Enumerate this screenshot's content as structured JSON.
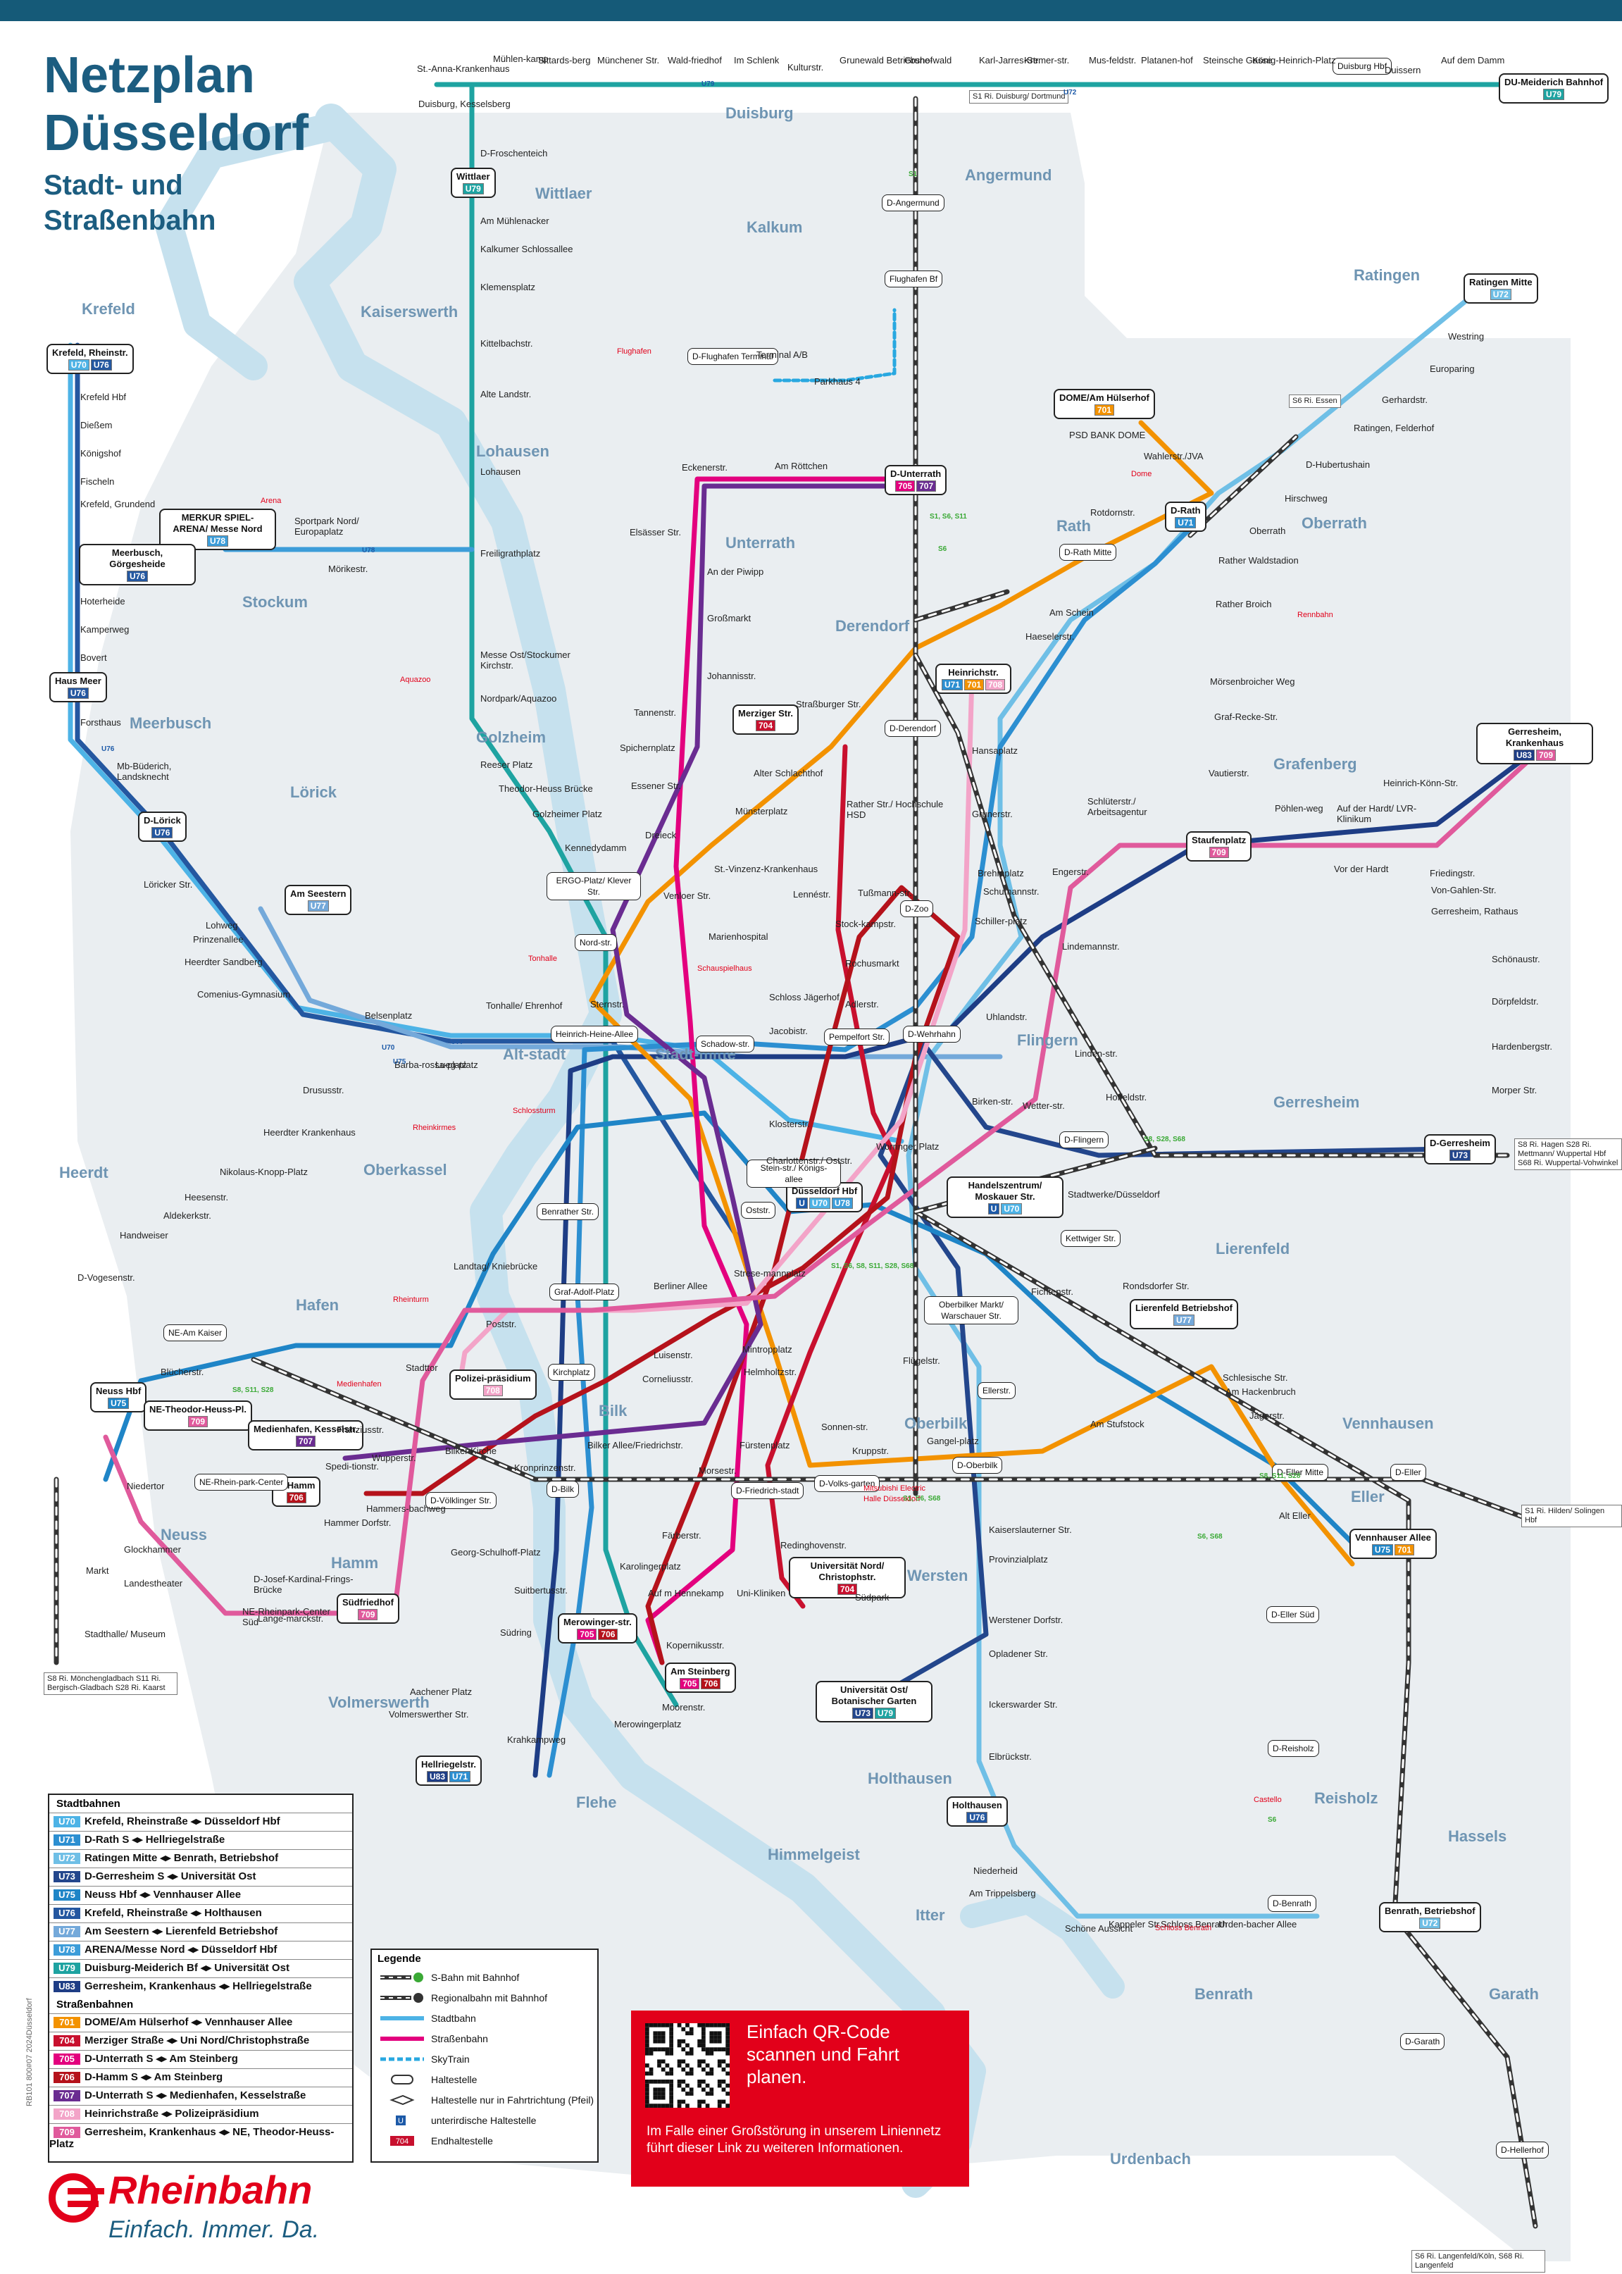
{
  "header": {
    "title_line1": "Netzplan",
    "title_line2": "Düsseldorf",
    "subtitle_line1": "Stadt- und",
    "subtitle_line2": "Straßenbahn"
  },
  "colors": {
    "top_bar": "#155a78",
    "river": "#c6e1ee",
    "land": "#e9eef2",
    "title": "#1c5d80",
    "district": "#6f95b3",
    "brand_red": "#e2001a",
    "sbahn_green": "#3aa935"
  },
  "line_colors": {
    "U70": "#4db3e6",
    "U71": "#2c8fd1",
    "U72": "#6fbfe6",
    "U73": "#23468c",
    "U74": "#2f6db5",
    "U75": "#1f85c7",
    "U76": "#2457a0",
    "U77": "#74a9da",
    "U78": "#3d9dd9",
    "U79": "#1ea3a1",
    "U83": "#1e3d85",
    "701": "#f39200",
    "704": "#c8102e",
    "705": "#e3007e",
    "706": "#b5121b",
    "707": "#6a2c91",
    "708": "#f3a4c8",
    "709": "#e05a9c"
  },
  "districts": [
    "Duisburg",
    "Angermund",
    "Kalkum",
    "Wittlaer",
    "Krefeld",
    "Kaiserswerth",
    "Ratingen",
    "Lohausen",
    "Unterrath",
    "Rath",
    "Oberrath",
    "Stockum",
    "Derendorf",
    "Meerbusch",
    "Golzheim",
    "Grafenberg",
    "Lörick",
    "Flingern",
    "Stadt-mitte",
    "Alt-stadt",
    "Heerdt",
    "Oberkassel",
    "Gerresheim",
    "Lierenfeld",
    "Hafen",
    "Bilk",
    "Oberbilk",
    "Vennhausen",
    "Neuss",
    "Hamm",
    "Eller",
    "Wersten",
    "Volmerswerth",
    "Flehe",
    "Holthausen",
    "Reisholz",
    "Hassels",
    "Himmelgeist",
    "Itter",
    "Benrath",
    "Garath",
    "Urdenbach"
  ],
  "terminals": [
    {
      "name": "Krefeld, Rheinstr.",
      "lines": [
        "U70",
        "U76"
      ]
    },
    {
      "name": "Wittlaer",
      "lines": [
        "U79"
      ]
    },
    {
      "name": "MERKUR SPIEL-ARENA/ Messe Nord",
      "lines": [
        "U78"
      ]
    },
    {
      "name": "Meerbusch, Görgesheide",
      "lines": [
        "U76"
      ]
    },
    {
      "name": "Haus Meer",
      "lines": [
        "U76"
      ]
    },
    {
      "name": "D-Lörick",
      "lines": [
        "U76"
      ]
    },
    {
      "name": "Am Seestern",
      "lines": [
        "U77"
      ]
    },
    {
      "name": "Ratingen Mitte",
      "lines": [
        "U72"
      ]
    },
    {
      "name": "DOME/Am Hülserhof",
      "lines": [
        "701"
      ]
    },
    {
      "name": "D-Rath",
      "lines": [
        "U71"
      ]
    },
    {
      "name": "D-Unterrath",
      "lines": [
        "705",
        "707"
      ]
    },
    {
      "name": "Heinrichstr.",
      "lines": [
        "U71",
        "701",
        "708"
      ]
    },
    {
      "name": "Merziger Str.",
      "lines": [
        "704"
      ]
    },
    {
      "name": "Gerresheim, Krankenhaus",
      "lines": [
        "U83",
        "709"
      ]
    },
    {
      "name": "Staufenplatz",
      "lines": [
        "709"
      ]
    },
    {
      "name": "D-Gerresheim",
      "lines": [
        "U73"
      ]
    },
    {
      "name": "Düsseldorf Hbf",
      "lines": [
        "U",
        "U70",
        "U78"
      ]
    },
    {
      "name": "Handelszentrum/ Moskauer Str.",
      "lines": [
        "U",
        "U70"
      ]
    },
    {
      "name": "Lierenfeld Betriebshof",
      "lines": [
        "U77"
      ]
    },
    {
      "name": "Neuss Hbf",
      "lines": [
        "U75"
      ]
    },
    {
      "name": "NE-Theodor-Heuss-Pl.",
      "lines": [
        "709"
      ]
    },
    {
      "name": "Medienhafen, Kesselstr.",
      "lines": [
        "707"
      ]
    },
    {
      "name": "D-Hamm",
      "lines": [
        "706"
      ]
    },
    {
      "name": "Polizei-präsidium",
      "lines": [
        "708"
      ]
    },
    {
      "name": "Südfriedhof",
      "lines": [
        "709"
      ]
    },
    {
      "name": "Merowinger-str.",
      "lines": [
        "705",
        "706"
      ]
    },
    {
      "name": "Am Steinberg",
      "lines": [
        "705",
        "706"
      ]
    },
    {
      "name": "Universität Nord/ Christophstr.",
      "lines": [
        "704"
      ]
    },
    {
      "name": "Universität Ost/ Botanischer Garten",
      "lines": [
        "U73",
        "U79"
      ]
    },
    {
      "name": "Hellriegelstr.",
      "lines": [
        "U83",
        "U71"
      ]
    },
    {
      "name": "Vennhauser Allee",
      "lines": [
        "U75",
        "701"
      ]
    },
    {
      "name": "Holthausen",
      "lines": [
        "U76"
      ]
    },
    {
      "name": "Benrath, Betriebshof",
      "lines": [
        "U72"
      ]
    },
    {
      "name": "DU-Meiderich Bahnhof",
      "lines": [
        "U79"
      ]
    }
  ],
  "minor_boxes": [
    "Duisburg Hbf",
    "D-Angermund",
    "Flughafen Bf",
    "D-Flughafen Terminal",
    "D-Rath Mitte",
    "D-Derendorf",
    "D-Zoo",
    "D-Wehrhahn",
    "Pempelfort Str.",
    "Schadow-str.",
    "Heinrich-Heine-Allee",
    "Nord-str.",
    "ERGO-Platz/ Klever Str.",
    "Benrather Str.",
    "Graf-Adolf-Platz",
    "Kirchplatz",
    "Stein-str./ Königs-allee",
    "Oststr.",
    "Kettwiger Str.",
    "D-Flingern",
    "Oberbilker Markt/ Warschauer Str.",
    "Ellerstr.",
    "D-Oberbilk",
    "D-Volks-garten",
    "D-Friedrich-stadt",
    "D-Bilk",
    "D-Völklinger Str.",
    "NE-Am Kaiser",
    "NE-Rhein-park-Center",
    "D-Eller Mitte",
    "D-Eller",
    "D-Eller Süd",
    "D-Reisholz",
    "D-Benrath",
    "D-Garath",
    "D-Hellerhof"
  ],
  "stop_labels": [
    "St.-Anna-Krankenhaus",
    "Mühlen-kamp",
    "Sittards-berg",
    "Münchener Str.",
    "Wald-friedhof",
    "Im Schlenk",
    "Kulturstr.",
    "Grunewald Betriebshof",
    "Grune-wald",
    "Karl-Jarres-Str.",
    "Kremer-str.",
    "Mus-feldstr.",
    "Platanen-hof",
    "Steinsche Gasse",
    "König-Heinrich-Platz",
    "Duissern",
    "Auf dem Damm",
    "Duisburg, Kesselsberg",
    "D-Froschenteich",
    "Am Mühlenacker",
    "Kalkumer Schlossallee",
    "Klemensplatz",
    "Kittelbachstr.",
    "Alte Landstr.",
    "Lohausen",
    "Freiligrathplatz",
    "Messe Ost/Stockumer Kirchstr.",
    "Nordpark/Aquazoo",
    "Reeser Platz",
    "Theodor-Heuss Brücke",
    "Golzheimer Platz",
    "Kennedydamm",
    "Krefeld Hbf",
    "Dießem",
    "Königshof",
    "Fischeln",
    "Krefeld, Grundend",
    "Hoterheide",
    "Kamperweg",
    "Bovert",
    "Forsthaus",
    "Mb-Büderich, Landsknecht",
    "Löricker Str.",
    "Lohweg",
    "Prinzenallee",
    "Heerdter Sandberg",
    "Comenius-Gymnasium",
    "Belsenplatz",
    "Barba-rossa-platz",
    "Lueg-platz",
    "Drususstr.",
    "Heerdter Krankenhaus",
    "Nikolaus-Knopp-Platz",
    "Heesenstr.",
    "Aldekerkstr.",
    "Handweiser",
    "D-Vogesenstr.",
    "Blücherstr.",
    "Niedertor",
    "Glockhammer",
    "Landestheater",
    "Markt",
    "Stadthalle/ Museum",
    "Sportpark Nord/ Europaplatz",
    "Mörikestr.",
    "Terminal A/B",
    "Parkhaus 4",
    "Westring",
    "Europaring",
    "Gerhardstr.",
    "Ratingen, Felderhof",
    "PSD BANK DOME",
    "Wahlerstr./JVA",
    "D-Hubertushain",
    "Hirschweg",
    "Oberrath",
    "Rather Waldstadion",
    "Rather Broich",
    "Mörsenbroicher Weg",
    "Graf-Recke-Str.",
    "Vautierstr.",
    "Rotdornstr.",
    "Am Schein",
    "Haeselerstr.",
    "Eckenerstr.",
    "Am Röttchen",
    "Elsässer Str.",
    "An der Piwipp",
    "Großmarkt",
    "Johannisstr.",
    "Tannenstr.",
    "Spichernplatz",
    "Essener Str.",
    "Dreieck",
    "Straßburger Str.",
    "Alter Schlachthof",
    "Münsterplatz",
    "Rather Str./ Hochschule HSD",
    "St.-Vinzenz-Krankenhaus",
    "Lennéstr.",
    "Tußmann-str.",
    "Venloer Str.",
    "Marienhospital",
    "Stock-kampstr.",
    "Rochusmarkt",
    "Adlerstr.",
    "Schloss Jägerhof",
    "Jacobistr.",
    "Sternstr.",
    "Tonhalle/ Ehrenhof",
    "Klosterstr.",
    "Charlottenstr./ Oststr.",
    "Worringer Platz",
    "Hansaplatz",
    "Grunerstr.",
    "Brehmplatz",
    "Schumannstr.",
    "Schiller-platz",
    "Uhlandstr.",
    "Lindemannstr.",
    "Linden-str.",
    "Hoffeldstr.",
    "Birken-str.",
    "Wetter-str.",
    "Schlüterstr./ Arbeitsagentur",
    "Engerstr.",
    "Pöhlen-weg",
    "Auf der Hardt/ LVR-Klinikum",
    "Vor der Hardt",
    "Heinrich-Könn-Str.",
    "Friedingstr.",
    "Von-Gahlen-Str.",
    "Gerresheim, Rathaus",
    "Schönaustr.",
    "Dörpfeldstr.",
    "Hardenbergstr.",
    "Morper Str.",
    "Stadtwerke/Düsseldorf",
    "Landtag/ Kniebrücke",
    "Poststr.",
    "Berliner Allee",
    "Strese-mannplatz",
    "Luisenstr.",
    "Corneliusstr.",
    "Mintropplatz",
    "Helmholtzstr.",
    "Stadttor",
    "Franziusstr.",
    "Bilker Kirche",
    "Wupperstr.",
    "Spedi-tionstr.",
    "Kronprinzenstr.",
    "Bilker Allee/Friedrichstr.",
    "Fürstenplatz",
    "Morsestr.",
    "Sonnen-str.",
    "Kruppstr.",
    "Gangel-platz",
    "Flügelstr.",
    "Fichtenstr.",
    "Rondsdorfer Str.",
    "Schlesische Str.",
    "Am Hackenbruch",
    "Jägerstr.",
    "Am Stufstock",
    "Alt Eller",
    "Hammer Dorfstr.",
    "Hammers-bachweg",
    "Georg-Schulhoff-Platz",
    "D-Josef-Kardinal-Frings-Brücke",
    "Lange-marckstr.",
    "NE-Rheinpark-Center Süd",
    "Färberstr.",
    "Redinghovenstr.",
    "Karolingerplatz",
    "Auf m Hennekamp",
    "Uni-Kliniken",
    "Südpark",
    "Suitbertusstr.",
    "Südring",
    "Kopernikusstr.",
    "Moorenstr.",
    "Merowingerplatz",
    "Aachener Platz",
    "Volmerswerther Str.",
    "Krahkampweg",
    "Kaiserslauterner Str.",
    "Provinzialplatz",
    "Werstener Dorfstr.",
    "Opladener Str.",
    "Ickerswarder Str.",
    "Elbrückstr.",
    "Niederheid",
    "Am Trippelsberg",
    "Schöne Aussicht",
    "Kappeler Str.",
    "Schloss Benrath",
    "Urden-bacher Allee"
  ],
  "poi_labels": [
    "Flughafen",
    "Arena",
    "Aquazoo",
    "Dome",
    "Rennbahn",
    "Tonhalle",
    "Schauspielhaus",
    "Schlossturm",
    "Rheinkirmes",
    "Rheinturm",
    "Medienhafen",
    "Mitsubishi Electric Halle Düsseldorf",
    "Castello",
    "Schloss Benrath"
  ],
  "sbahn_refs": [
    "S1 Ri. Duisburg/ Dortmund",
    "S6 Ri. Essen",
    "S8 Ri. Hagen S28 Ri. Mettmann/ Wuppertal Hbf S68 Ri. Wuppertal-Vohwinkel",
    "S1 Ri. Hilden/ Solingen Hbf",
    "S8 Ri. Mönchengladbach S11 Ri. Bergisch-Gladbach S28 Ri. Kaarst",
    "S6 Ri. Langenfeld/Köln, S68 Ri. Langenfeld"
  ],
  "track_tags": [
    "U79",
    "U78",
    "U72",
    "U76",
    "U70",
    "U75",
    "U77",
    "S1",
    "S6",
    "S1, S6, S11",
    "S1, S6, S8, S11, S28, S68",
    "S8, S28, S68",
    "S8, S11, S28",
    "S1, S6, S68",
    "S6, S68",
    "S6",
    "S8, S11, S28"
  ],
  "legend_lines": {
    "stadtbahn_heading": "Stadtbahnen",
    "stadtbahnen": [
      {
        "line": "U70",
        "text": "Krefeld, Rheinstraße ◂▸ Düsseldorf Hbf"
      },
      {
        "line": "U71",
        "text": "D-Rath S ◂▸ Hellriegelstraße"
      },
      {
        "line": "U72",
        "text": "Ratingen Mitte ◂▸ Benrath, Betriebshof"
      },
      {
        "line": "U73",
        "text": "D-Gerresheim S ◂▸ Universität Ost"
      },
      {
        "line": "U75",
        "text": "Neuss Hbf ◂▸ Vennhauser Allee"
      },
      {
        "line": "U76",
        "text": "Krefeld, Rheinstraße ◂▸ Holthausen"
      },
      {
        "line": "U77",
        "text": "Am Seestern ◂▸ Lierenfeld Betriebshof"
      },
      {
        "line": "U78",
        "text": "ARENA/Messe Nord ◂▸ Düsseldorf Hbf"
      },
      {
        "line": "U79",
        "text": "Duisburg-Meiderich Bf ◂▸ Universität Ost"
      },
      {
        "line": "U83",
        "text": "Gerresheim, Krankenhaus ◂▸ Hellriegelstraße"
      }
    ],
    "strassenbahn_heading": "Straßenbahnen",
    "strassenbahnen": [
      {
        "line": "701",
        "text": "DOME/Am Hülserhof ◂▸ Vennhauser Allee"
      },
      {
        "line": "704",
        "text": "Merziger Straße ◂▸ Uni Nord/Christophstraße"
      },
      {
        "line": "705",
        "text": "D-Unterrath S ◂▸ Am Steinberg"
      },
      {
        "line": "706",
        "text": "D-Hamm S ◂▸ Am Steinberg"
      },
      {
        "line": "707",
        "text": "D-Unterrath S ◂▸ Medienhafen, Kesselstraße"
      },
      {
        "line": "708",
        "text": "Heinrichstraße ◂▸ Polizeipräsidium"
      },
      {
        "line": "709",
        "text": "Gerresheim, Krankenhaus ◂▸ NE, Theodor-Heuss-Platz"
      }
    ]
  },
  "legend_symbols": {
    "heading": "Legende",
    "items": [
      "S-Bahn mit Bahnhof",
      "Regionalbahn mit Bahnhof",
      "Stadtbahn",
      "Straßenbahn",
      "SkyTrain",
      "Haltestelle",
      "Haltestelle nur in Fahrtrichtung (Pfeil)",
      "unterirdische Haltestelle",
      "Endhaltestelle"
    ],
    "end_stop_example": "704",
    "underground_symbol": "U"
  },
  "promo": {
    "line1": "Einfach QR-Code",
    "line2": "scannen und Fahrt",
    "line3": "planen.",
    "footer": "Im Falle einer Großstörung in unserem Liniennetz führt dieser Link zu weiteren Informationen."
  },
  "brand": {
    "name": "Rheinbahn",
    "slogan": "Einfach. Immer. Da.",
    "side_code": "RB101 800#07 2024Düsseldorf"
  }
}
